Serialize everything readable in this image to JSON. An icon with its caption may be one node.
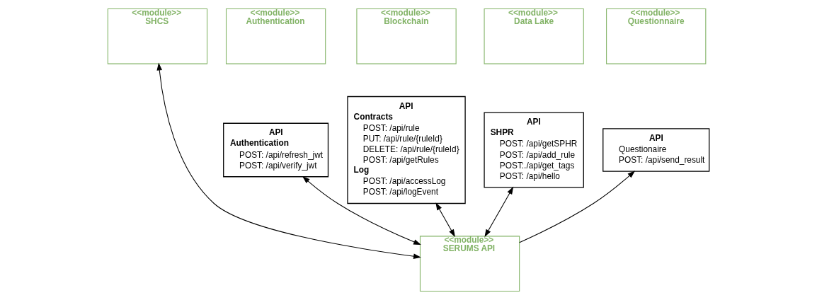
{
  "diagram": {
    "nodes": [
      {
        "text": [
          "<<module>>",
          "SHCS"
        ]
      },
      {
        "text": [
          "<<module>>",
          "Authentication"
        ]
      },
      {
        "text": [
          "API",
          "Authentication",
          "POST: /api/refresh_jwt",
          "POST: /api/verify_jwt"
        ]
      },
      {
        "text": [
          "<<module>>",
          "Blockchain"
        ]
      },
      {
        "text": [
          "API",
          "Contracts",
          "POST: /api/rule",
          "PUT: /api/rule/{ruleId}",
          "DELETE: /api/rule/{ruleId}",
          "POST: /api/getRules",
          "Log",
          "POST: /api/accessLog",
          "POST: /api/logEvent"
        ]
      },
      {
        "text": [
          "<<module>>",
          "Data Lake"
        ]
      },
      {
        "text": [
          "API",
          "SHPR",
          "POST: /api/getSPHR",
          "POST: /api/add_rule",
          "POST:./api/get_tags",
          "POST: /api/hello"
        ]
      },
      {
        "text": [
          "<<module>>",
          "Questionnaire"
        ]
      },
      {
        "text": [
          "API",
          "Questionaire",
          "POST: /api/send_result"
        ]
      },
      {
        "text": [
          "<<module>>",
          "SERUMS API"
        ]
      }
    ],
    "edges": [
      {
        "from": 0,
        "to": 9,
        "arrow": "both"
      },
      {
        "from": 9,
        "to": 2,
        "arrow": "both"
      },
      {
        "from": 9,
        "to": 4,
        "arrow": "both"
      },
      {
        "from": 9,
        "to": 6,
        "arrow": "both"
      },
      {
        "from": 9,
        "to": 8,
        "arrow": "to"
      }
    ]
  }
}
